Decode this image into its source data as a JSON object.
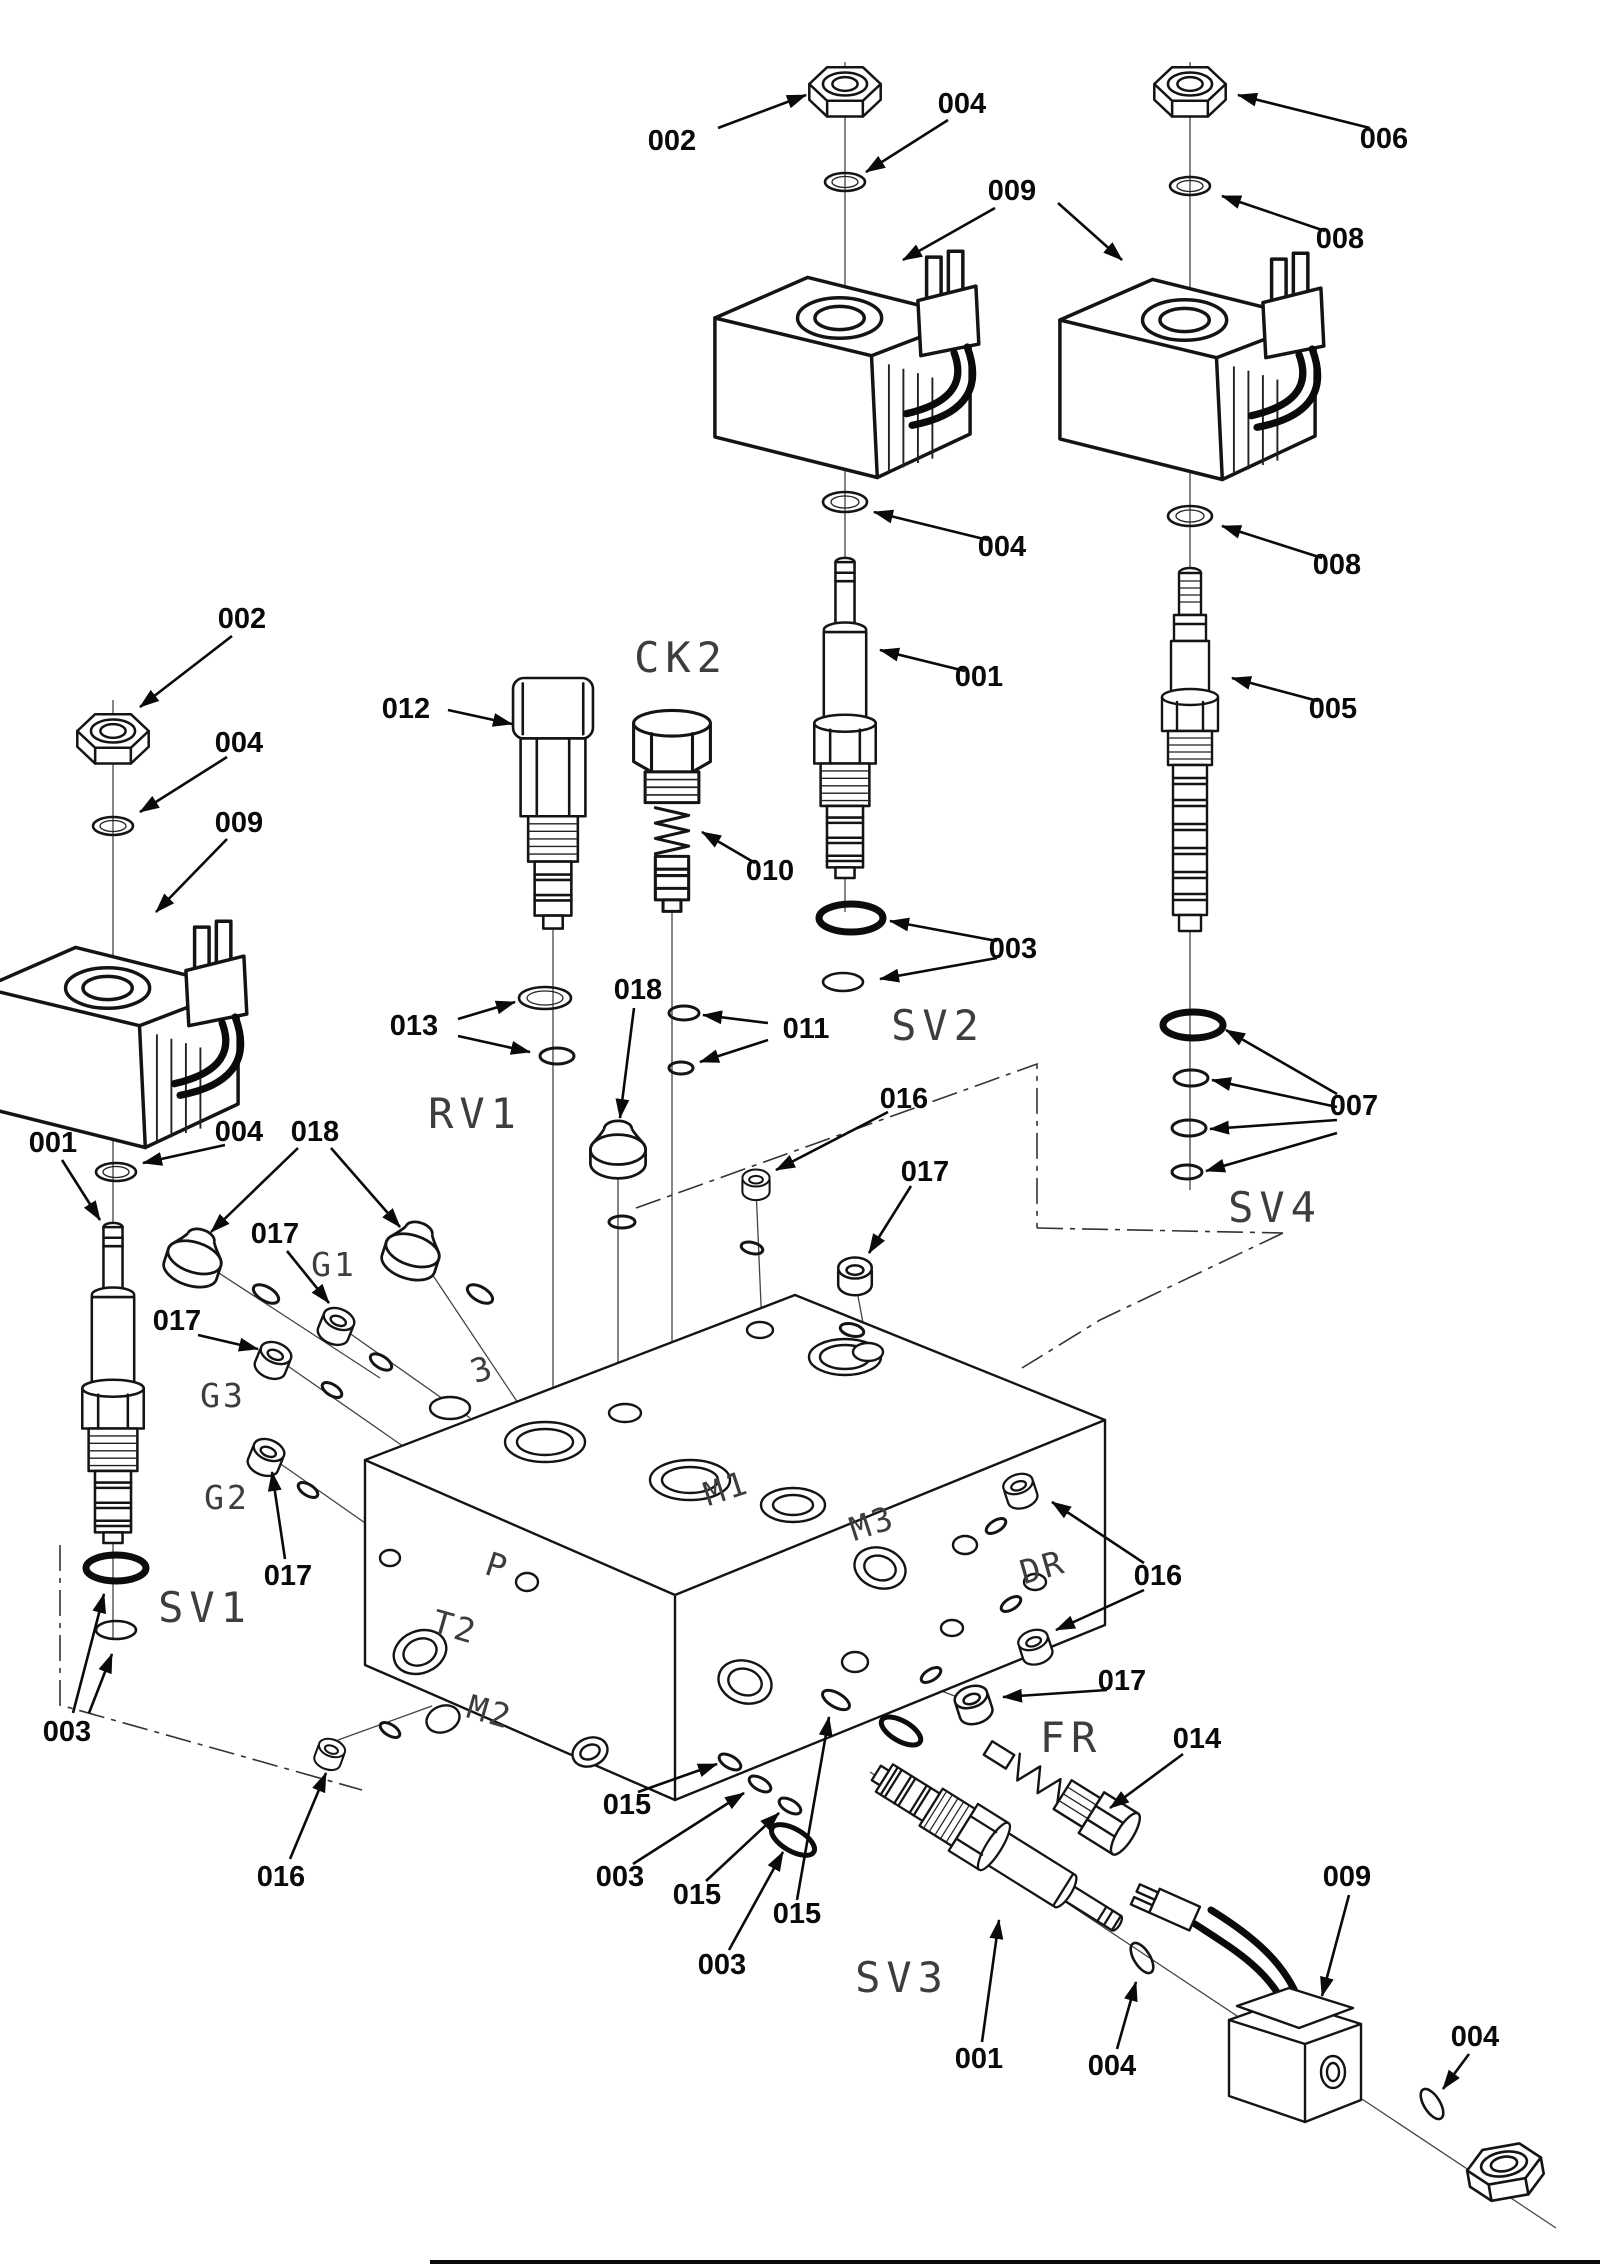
{
  "colors": {
    "ink": "#0a0a0a",
    "background": "#ffffff"
  },
  "callouts": {
    "nut_center": "002",
    "oring_under_nut_center": "004",
    "coil_pair": "009",
    "nut_right": "006",
    "oring_under_nut_right": "008",
    "oring_below_coil_center": "004",
    "oring_below_coil_right": "008",
    "cartridge_sv2": "001",
    "cartridge_sv4": "005",
    "relief_valve_rv1": "012",
    "check_valve_ck2": "010",
    "orings_sv2_base": "003",
    "orings_rv1_base": "013",
    "plug_center": "018",
    "orings_ck2_base": "011",
    "plug_top_face_small": "016",
    "plug_top_face": "017",
    "orings_sv4_base": "007",
    "nut_left": "002",
    "oring_under_nut_left": "004",
    "coil_left": "009",
    "cartridge_sv1": "001",
    "oring_below_coil_left": "004",
    "plugs_left_pair": "018",
    "plug_g1": "017",
    "plug_g3": "017",
    "plug_g2": "017",
    "orings_sv1_base": "003",
    "plug_bottom_left": "016",
    "plugs_dr": "016",
    "plug_right_face": "017",
    "backup_ring_1": "015",
    "oring_port_1": "003",
    "backup_ring_2": "015",
    "oring_port_2": "003",
    "backup_ring_3": "015",
    "cartridge_sv3": "001",
    "valve_fr": "014",
    "oring_sv3": "004",
    "coil_bottom": "009",
    "oring_bottom": "004"
  },
  "ports": {
    "ck2": "CK2",
    "sv2": "SV2",
    "sv4": "SV4",
    "rv1": "RV1",
    "sv1": "SV1",
    "sv3": "SV3",
    "fr": "FR",
    "dr": "DR",
    "g1": "G1",
    "g3": "G3",
    "g2": "G2",
    "p": "P",
    "t2": "T2",
    "m1": "M1",
    "m3": "M3",
    "m2": "M2",
    "t3": "3"
  }
}
